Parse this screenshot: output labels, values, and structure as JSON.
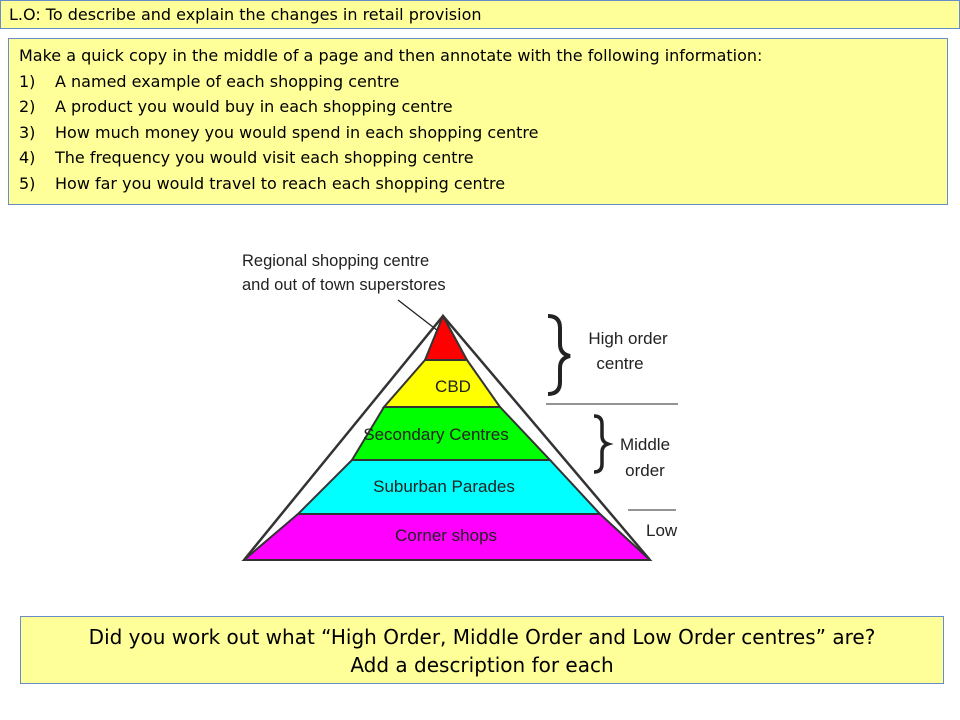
{
  "lo": {
    "text": "L.O: To describe and explain the changes in retail provision"
  },
  "task": {
    "intro": "Make a quick copy in the middle of a page and then annotate with the following information:",
    "items": [
      {
        "num": "1)",
        "text": "A named example of each shopping centre"
      },
      {
        "num": "2)",
        "text": "A product you would buy in each shopping centre"
      },
      {
        "num": "3)",
        "text": "How much money you would spend in each shopping centre"
      },
      {
        "num": "4)",
        "text": "The frequency you would visit each shopping centre"
      },
      {
        "num": "5)",
        "text": "How far you would travel to reach each shopping centre"
      }
    ]
  },
  "diagram": {
    "callout": {
      "line1": "Regional shopping centre",
      "line2": "and out of town superstores"
    },
    "tiers": [
      {
        "label": "",
        "color": "#ff0000"
      },
      {
        "label": "CBD",
        "color": "#ffff00"
      },
      {
        "label": "Secondary Centres",
        "color": "#00ff00"
      },
      {
        "label": "Suburban Parades",
        "color": "#00ffff"
      },
      {
        "label": "Corner shops",
        "color": "#ff00ff"
      }
    ],
    "high_order": {
      "line1": "High order",
      "line2": "centre"
    },
    "middle_order": {
      "line1": "Middle",
      "line2": "order"
    },
    "low_order": {
      "label": "Low"
    }
  },
  "question": {
    "line1": "Did you work out what “High Order, Middle Order and Low Order centres” are?",
    "line2": "Add a description for each"
  }
}
